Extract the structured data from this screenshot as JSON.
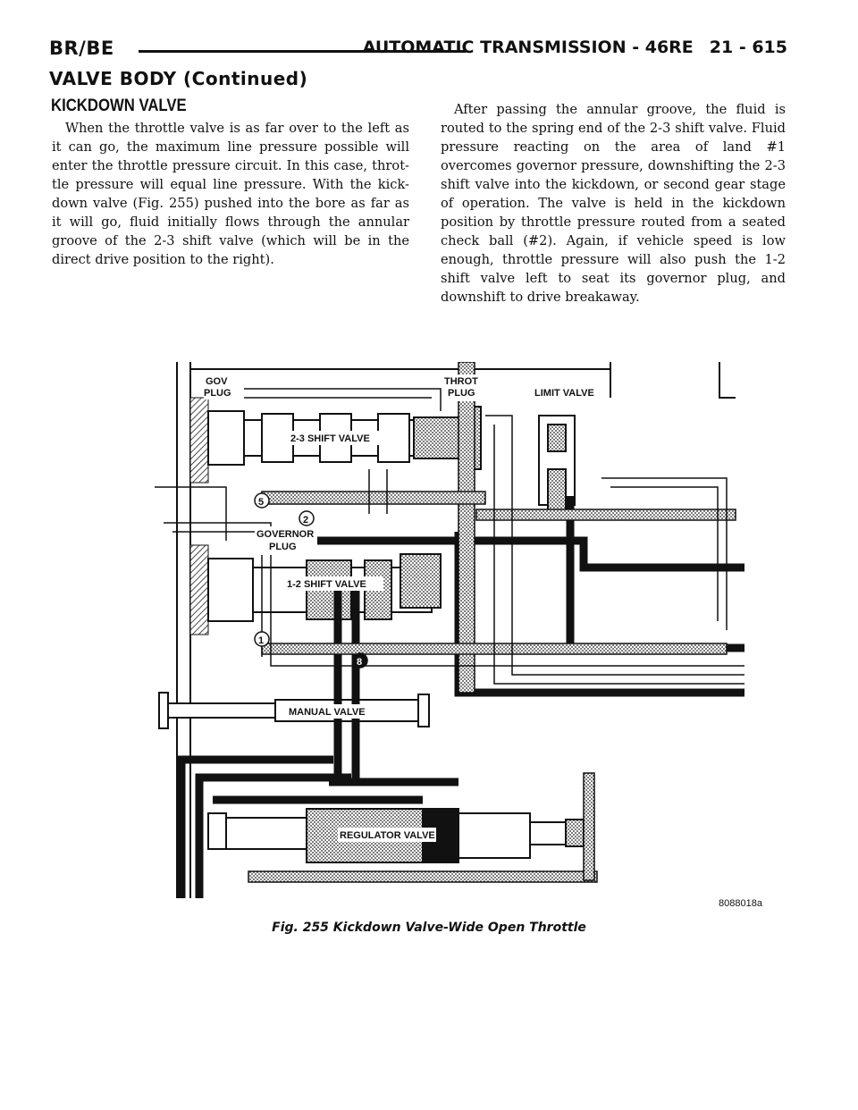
{
  "header": {
    "left": "BR/BE",
    "right": "AUTOMATIC TRANSMISSION - 46RE",
    "page": "21 - 615"
  },
  "section_title": "VALVE BODY (Continued)",
  "subheading": "KICKDOWN VALVE",
  "paragraph1": "When the throttle valve is as far over to the left as it can go, the maximum line pressure possible will enter the throttle pressure circuit. In this case, throt-tle pressure will equal line pressure. With the kick-down valve (Fig. 255) pushed into the bore as far as it will go, fluid initially flows through the annular groove of the 2-3 shift valve (which will be in the direct drive position to the right).",
  "paragraph2": "After passing the annular groove, the fluid is routed to the spring end of the 2-3 shift valve. Fluid pressure reacting on the area of land #1 overcomes governor pressure, downshifting the 2-3 shift valve into the kickdown, or second gear stage of operation. The valve is held in the kickdown position by throttle pressure routed from a seated check ball (#2). Again, if vehicle speed is low enough, throttle pressure will also push the 1-2 shift valve left to seat its governor plug, and downshift to drive breakaway.",
  "figure": {
    "labels": {
      "gov_plug_1": "GOV",
      "gov_plug_2": "PLUG",
      "shift_23": "2-3 SHIFT VALVE",
      "throt_plug_1": "THROT",
      "throt_plug_2": "PLUG",
      "limit_valve": "LIMIT VALVE",
      "governor_plug_1": "GOVERNOR",
      "governor_plug_2": "PLUG",
      "shift_12": "1-2 SHIFT VALVE",
      "manual_valve": "MANUAL VALVE",
      "regulator_valve": "REGULATOR VALVE",
      "ball_5": "5",
      "ball_2": "2",
      "ball_1": "1",
      "ball_8": "8"
    },
    "figure_number": "8088018a",
    "caption": "Fig. 255 Kickdown Valve-Wide Open Throttle"
  }
}
